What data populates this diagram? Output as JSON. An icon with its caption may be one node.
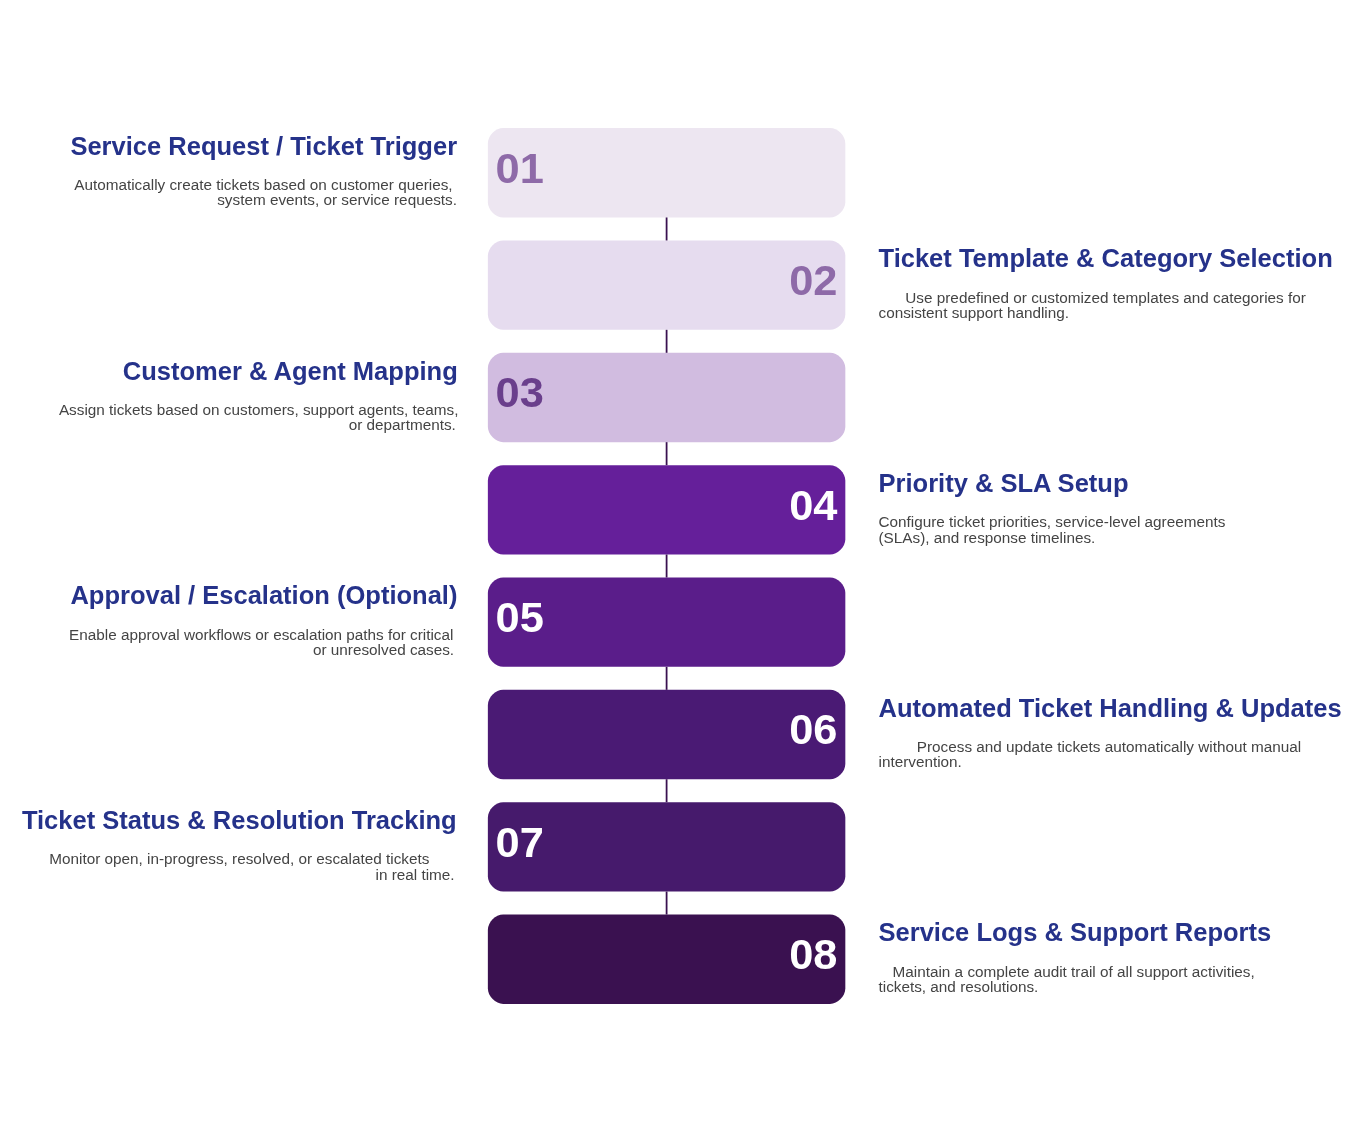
{
  "diagram": {
    "nodes": [
      {
        "text": [
          "01",
          "Service Request / Ticket Trigger",
          "Automatically create tickets based on customer queries, system events, or service requests."
        ]
      },
      {
        "text": [
          "02",
          "Ticket Template & Category Selection",
          "Use predefined or customized templates and categories for consistent support handling."
        ]
      },
      {
        "text": [
          "03",
          "Customer & Agent Mapping",
          "Assign tickets based on customers, support agents, teams, or departments."
        ]
      },
      {
        "text": [
          "04",
          "Priority & SLA Setup",
          "Configure ticket priorities, service-level agreements (SLAs), and response timelines."
        ]
      },
      {
        "text": [
          "05",
          "Approval / Escalation (Optional)",
          "Enable approval workflows or escalation paths for critical or unresolved cases."
        ]
      },
      {
        "text": [
          "06",
          "Automated Ticket Handling & Updates",
          "Process and update tickets automatically without manual intervention."
        ]
      },
      {
        "text": [
          "07",
          "Ticket Status & Resolution Tracking",
          "Monitor open, in-progress, resolved, or escalated tickets in real time."
        ]
      },
      {
        "text": [
          "08",
          "Service Logs & Support Reports",
          "Maintain a complete audit trail of all support activities, tickets, and resolutions."
        ]
      }
    ],
    "edges": [
      {
        "from": 0,
        "to": 1,
        "arrow": "none"
      },
      {
        "from": 1,
        "to": 2,
        "arrow": "none"
      },
      {
        "from": 2,
        "to": 3,
        "arrow": "none"
      },
      {
        "from": 3,
        "to": 4,
        "arrow": "none"
      },
      {
        "from": 4,
        "to": 5,
        "arrow": "none"
      },
      {
        "from": 5,
        "to": 6,
        "arrow": "none"
      },
      {
        "from": 6,
        "to": 7,
        "arrow": "none"
      }
    ]
  }
}
